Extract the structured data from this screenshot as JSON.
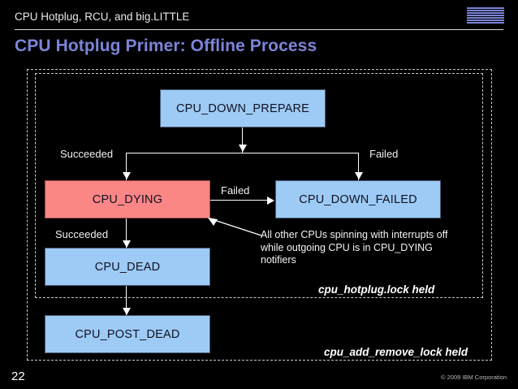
{
  "header": {
    "deck_title": "CPU Hotplug, RCU, and big.LITTLE",
    "logo_name": "IBM",
    "accent_color": "#7b84d8"
  },
  "slide": {
    "title": "CPU Hotplug Primer: Offline Process",
    "number": "22",
    "copyright": "© 2009 IBM Corporation"
  },
  "diagram": {
    "boxes": [
      {
        "id": "down_prepare",
        "label": "CPU_DOWN_PREPARE",
        "color": "#9dcbf5"
      },
      {
        "id": "dying",
        "label": "CPU_DYING",
        "color": "#fa8686"
      },
      {
        "id": "down_failed",
        "label": "CPU_DOWN_FAILED",
        "color": "#9dcbf5"
      },
      {
        "id": "dead",
        "label": "CPU_DEAD",
        "color": "#9dcbf5"
      },
      {
        "id": "post_dead",
        "label": "CPU_POST_DEAD",
        "color": "#9dcbf5"
      }
    ],
    "edge_labels": {
      "succeeded_top": "Succeeded",
      "failed_top": "Failed",
      "failed_mid": "Failed",
      "succeeded_mid": "Succeeded"
    },
    "annotation": "All other CPUs spinning with interrupts off while outgoing CPU is in CPU_DYING notifiers",
    "locks": {
      "inner": "cpu_hotplug.lock held",
      "outer": "cpu_add_remove_lock held"
    }
  }
}
